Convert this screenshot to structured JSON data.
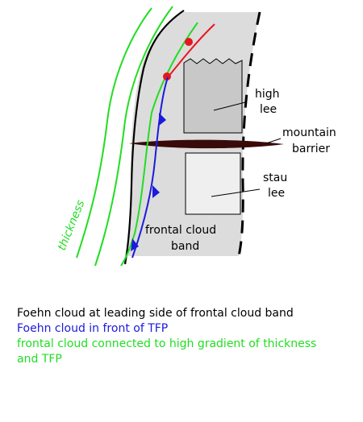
{
  "labels": {
    "high_lee": [
      "high",
      "lee"
    ],
    "mountain_barrier": [
      "mountain",
      "barrier"
    ],
    "stau_lee": [
      "stau",
      "lee"
    ],
    "frontal_cloud_band": [
      "frontal cloud",
      "band"
    ],
    "thickness": "thickness"
  },
  "caption": {
    "line1": "Foehn cloud at leading side of frontal cloud band",
    "line2": "Foehn cloud in front of TFP",
    "line3a": "frontal cloud connected to high gradient of thickness",
    "line3b": "and TFP"
  },
  "colors": {
    "cloud_band": "#dcdcdc",
    "lee_box": "#c8c8c8",
    "stau_box": "#efefef",
    "thickness_line": "#22dd22",
    "warm_front": "#e8141e",
    "cold_front": "#1b1bdc",
    "barrier": "#3a0a0a",
    "caption_black": "#000000",
    "caption_blue": "#1b1bdc",
    "caption_green": "#22dd22"
  }
}
